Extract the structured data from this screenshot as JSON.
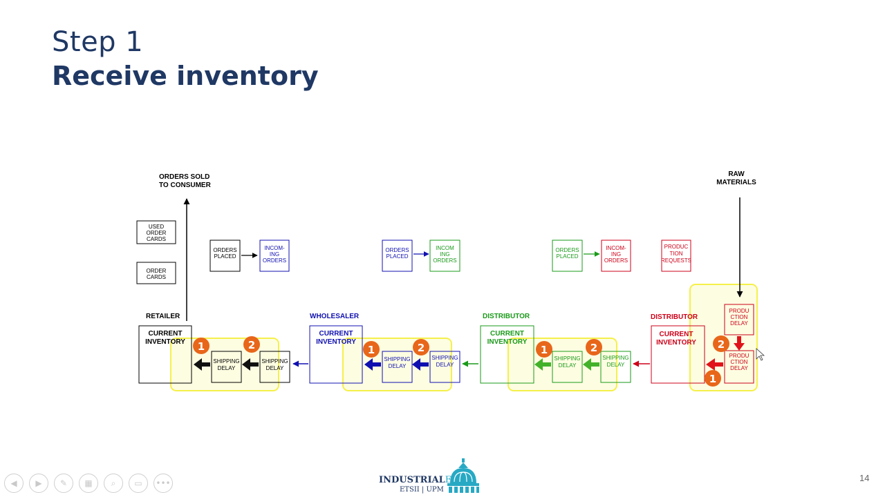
{
  "slide": {
    "title_line1": "Step 1",
    "title_line2": "Receive inventory",
    "page_number": "14"
  },
  "colors": {
    "retailer": "#000000",
    "wholesaler": "#1010b0",
    "distributor": "#1a9a1a",
    "factory": "#cc0018",
    "highlight": "#f5f04a",
    "marker": "#e8661a",
    "title": "#1f3864"
  },
  "diagram": {
    "top_labels": {
      "orders_sold_l1": "ORDERS SOLD",
      "orders_sold_l2": "TO CONSUMER",
      "raw_l1": "RAW",
      "raw_l2": "MATERIALS"
    },
    "cards": {
      "used_l1": "USED",
      "used_l2": "ORDER",
      "used_l3": "CARDS",
      "order_l1": "ORDER",
      "order_l2": "CARDS"
    },
    "stage_names": {
      "retailer": "RETAILER",
      "wholesaler": "WHOLESALER",
      "distributor": "DISTRIBUTOR",
      "factory": "DISTRIBUTOR"
    },
    "inventory": {
      "line1": "CURRENT",
      "line2": "INVENTORY"
    },
    "orders_placed": {
      "l1": "ORDERS",
      "l2": "PLACED"
    },
    "incoming_orders": {
      "retailer_l1": "INCOM-",
      "retailer_l2": "ING",
      "retailer_l3": "ORDERS",
      "wholesaler_l1": "INCOM",
      "wholesaler_l2": "ING",
      "wholesaler_l3": "ORDERS",
      "distributor_l1": "INCOM-",
      "distributor_l2": "ING",
      "distributor_l3": "ORDERS"
    },
    "production_requests": {
      "l1": "PRODUC",
      "l2": "TION",
      "l3": "REQUESTS"
    },
    "shipping_delay": {
      "l1": "SHIPPING",
      "l2": "DELAY"
    },
    "production_delay": {
      "l1": "PRODU",
      "l2": "CTION",
      "l3": "DELAY"
    },
    "markers": {
      "one": "1",
      "two": "2"
    }
  },
  "logo": {
    "main": "INDUSTRIAL",
    "accent": "ES",
    "sub": "ETSII | UPM"
  },
  "controls": [
    {
      "icon": "previous-icon",
      "glyph": "◀"
    },
    {
      "icon": "next-icon",
      "glyph": "▶"
    },
    {
      "icon": "pen-icon",
      "glyph": "✎"
    },
    {
      "icon": "slides-icon",
      "glyph": "▦"
    },
    {
      "icon": "zoom-icon",
      "glyph": "⌕"
    },
    {
      "icon": "subtitles-icon",
      "glyph": "▭"
    },
    {
      "icon": "more-icon",
      "glyph": "•••"
    }
  ]
}
